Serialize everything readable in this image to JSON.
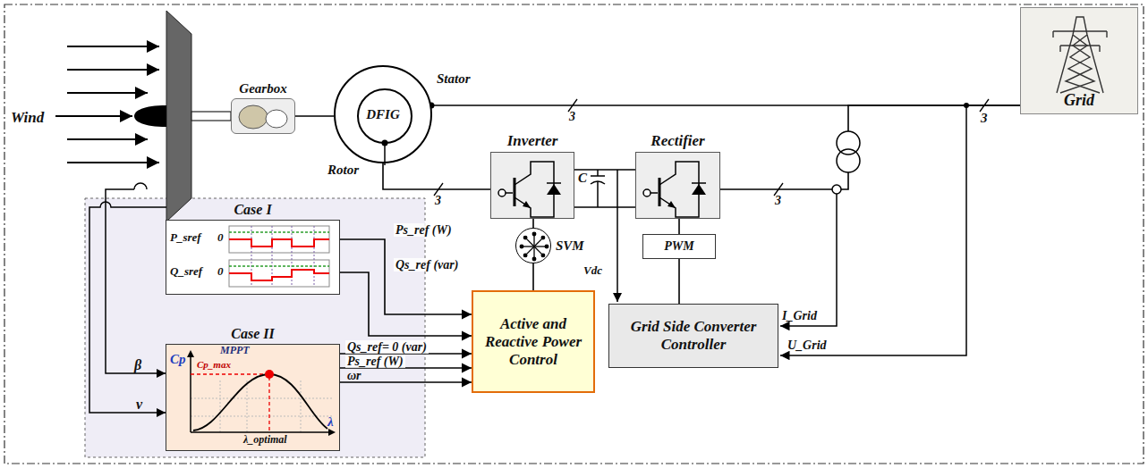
{
  "diagram": {
    "nodes": [
      {
        "text": [
          "Gearbox"
        ]
      },
      {
        "text": [
          "DFIG"
        ]
      },
      {
        "text": [
          "Inverter"
        ]
      },
      {
        "text": [
          "Rectifier"
        ]
      },
      {
        "text": [
          "Grid"
        ]
      },
      {
        "text": [
          "SVM"
        ]
      },
      {
        "text": [
          "PWM"
        ]
      },
      {
        "text": [
          "Case I"
        ]
      },
      {
        "text": [
          "Case II"
        ]
      },
      {
        "text": [
          "Active and Reactive Power Control"
        ]
      },
      {
        "text": [
          "Grid Side Converter Controller"
        ]
      }
    ],
    "edges": [
      {
        "from": 0,
        "to": 1,
        "arrow": "none"
      },
      {
        "from": 1,
        "to": 4,
        "arrow": "none",
        "label": "3"
      },
      {
        "from": 1,
        "to": 2,
        "arrow": "none",
        "label": "3"
      },
      {
        "from": 2,
        "to": 3,
        "arrow": "none"
      },
      {
        "from": 3,
        "to": 4,
        "arrow": "none",
        "label": "3"
      },
      {
        "from": 5,
        "to": 2,
        "arrow": "none"
      },
      {
        "from": 5,
        "to": 9,
        "arrow": "none"
      },
      {
        "from": 6,
        "to": 3,
        "arrow": "none"
      },
      {
        "from": 10,
        "to": 6,
        "arrow": "none"
      },
      {
        "from": 7,
        "to": 9,
        "arrow": "to",
        "label": "Ps_ref (W)"
      },
      {
        "from": 7,
        "to": 9,
        "arrow": "to",
        "label": "Qs_ref (var)"
      },
      {
        "from": 8,
        "to": 9,
        "arrow": "to",
        "label": "Qs_ref= 0 (var)"
      },
      {
        "from": 8,
        "to": 9,
        "arrow": "to",
        "label": "Ps_ref (W)"
      },
      {
        "from": 8,
        "to": 9,
        "arrow": "to",
        "label": "ωr"
      }
    ],
    "labels": [
      "Wind",
      "Stator",
      "Rotor",
      "C",
      "Vdc",
      "I_Grid",
      "U_Grid",
      "3",
      "P_sref",
      "0",
      "Q_sref",
      "0",
      "MPPT",
      "Cp",
      "Cp_max",
      "λ",
      "λ_optimal",
      "β",
      "v"
    ]
  }
}
